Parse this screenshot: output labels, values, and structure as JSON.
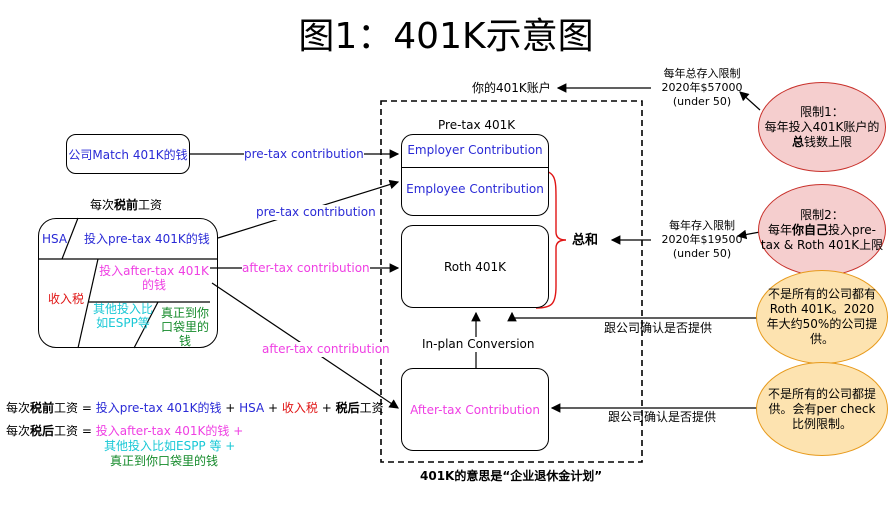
{
  "title": "图1：401K示意图",
  "account": {
    "label": "你的401K账户",
    "caption_prefix": "401K的意思是",
    "caption_quote": "“企业退休金计划”"
  },
  "boxes": {
    "pretax_header": "Pre-tax 401K",
    "employer_contribution": "Employer Contribution",
    "employee_contribution": "Employee Contribution",
    "roth": "Roth 401K",
    "inplan": "In-plan Conversion",
    "aftertax_contribution": "After-tax Contribution",
    "total": "总和"
  },
  "left": {
    "company_match": "公司Match 401K的钱",
    "salary_title_pre": "每次",
    "salary_title_bold": "税前",
    "salary_title_post": "工资",
    "hsa": "HSA",
    "pretax_401k": "投入pre-tax 401K的钱",
    "aftertax_401k": "投入after-tax 401K的钱",
    "income_tax": "收入税",
    "other": "其他投入比如ESPP等",
    "pocket": "真正到你口袋里的钱"
  },
  "edges": {
    "match_pretax": "pre-tax contribution",
    "employee_pretax": "pre-tax contribution",
    "roth_aftertax": "after-tax contribution",
    "aftertax": "after-tax contribution"
  },
  "limits": {
    "total_limit": [
      "每年总存入限制",
      "2020年$57000",
      "(under 50)"
    ],
    "employee_limit": [
      "每年存入限制",
      "2020年$19500",
      "(under 50)"
    ],
    "confirm1": "跟公司确认是否提供",
    "confirm2": "跟公司确认是否提供"
  },
  "notes": {
    "limit1_a": "限制1：",
    "limit1_b": "每年投入401K账户的",
    "limit1_c_bold": "总",
    "limit1_c_rest": "钱数上限",
    "limit2_a": "限制2：",
    "limit2_b_pre": "每年",
    "limit2_b_bold": "你自己",
    "limit2_b_post": "投入pre-",
    "limit2_c": "tax & Roth 401K上限",
    "roth_note": "不是所有的公司都有Roth 401K。2020年大约50%的公司提供。",
    "aftertax_note": "不是所有的公司都提供。会有per check 比例限制。"
  },
  "formula": {
    "l1_pre": "每次",
    "l1_bold": "税前",
    "l1_mid": "工资 = ",
    "l1_a": "投入pre-tax 401K的钱",
    "plus": " + ",
    "l1_b": "HSA",
    "l1_c": "收入税",
    "l1_d_bold": "税后",
    "l1_d_rest": "工资",
    "l2_pre": "每次",
    "l2_bold": "税后",
    "l2_mid": "工资 = ",
    "l2_a": "投入after-tax 401K的钱 +",
    "l2_b": "其他投入比如ESPP 等 +",
    "l2_c": "真正到你口袋里的钱"
  },
  "colors": {
    "blue": "#2a2ad6",
    "pink": "#ef3fe3",
    "red": "#e01515",
    "cyan": "#1ac8d6",
    "green": "#148a2a"
  }
}
